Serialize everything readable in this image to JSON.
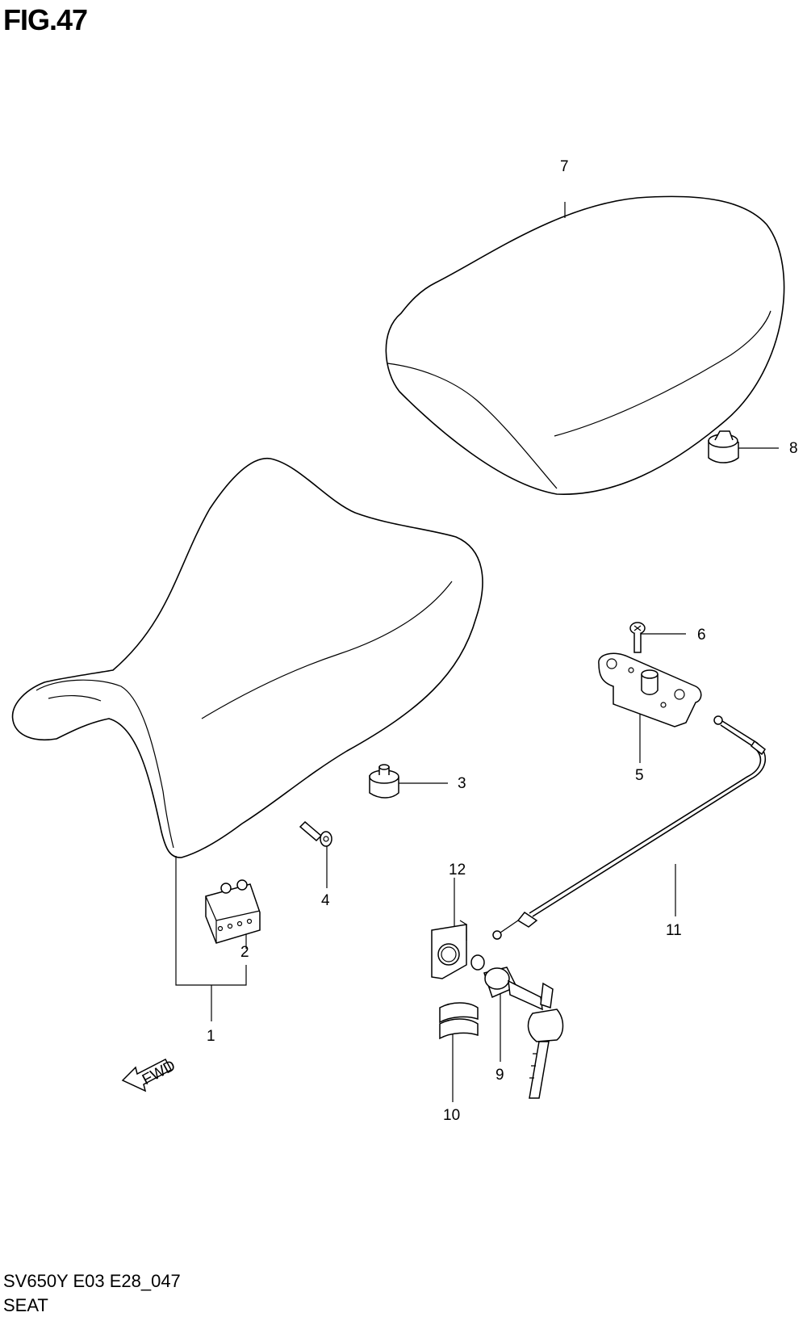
{
  "header": {
    "figure_title": "FIG.47"
  },
  "footer": {
    "model_code": "SV650Y E03 E28_047",
    "section_name": "SEAT"
  },
  "direction_marker": {
    "label": "FWD"
  },
  "parts": [
    {
      "ref": "1",
      "part": "front-seat"
    },
    {
      "ref": "2",
      "part": "seat-bracket"
    },
    {
      "ref": "3",
      "part": "seat-cushion-rubber"
    },
    {
      "ref": "4",
      "part": "bolt"
    },
    {
      "ref": "5",
      "part": "seat-lock-assy"
    },
    {
      "ref": "6",
      "part": "screw"
    },
    {
      "ref": "7",
      "part": "rear-seat"
    },
    {
      "ref": "8",
      "part": "rear-seat-cushion"
    },
    {
      "ref": "9",
      "part": "seat-lock-set"
    },
    {
      "ref": "10",
      "part": "lock-clip"
    },
    {
      "ref": "11",
      "part": "seat-lock-cable"
    },
    {
      "ref": "12",
      "part": "lock-bracket"
    }
  ]
}
